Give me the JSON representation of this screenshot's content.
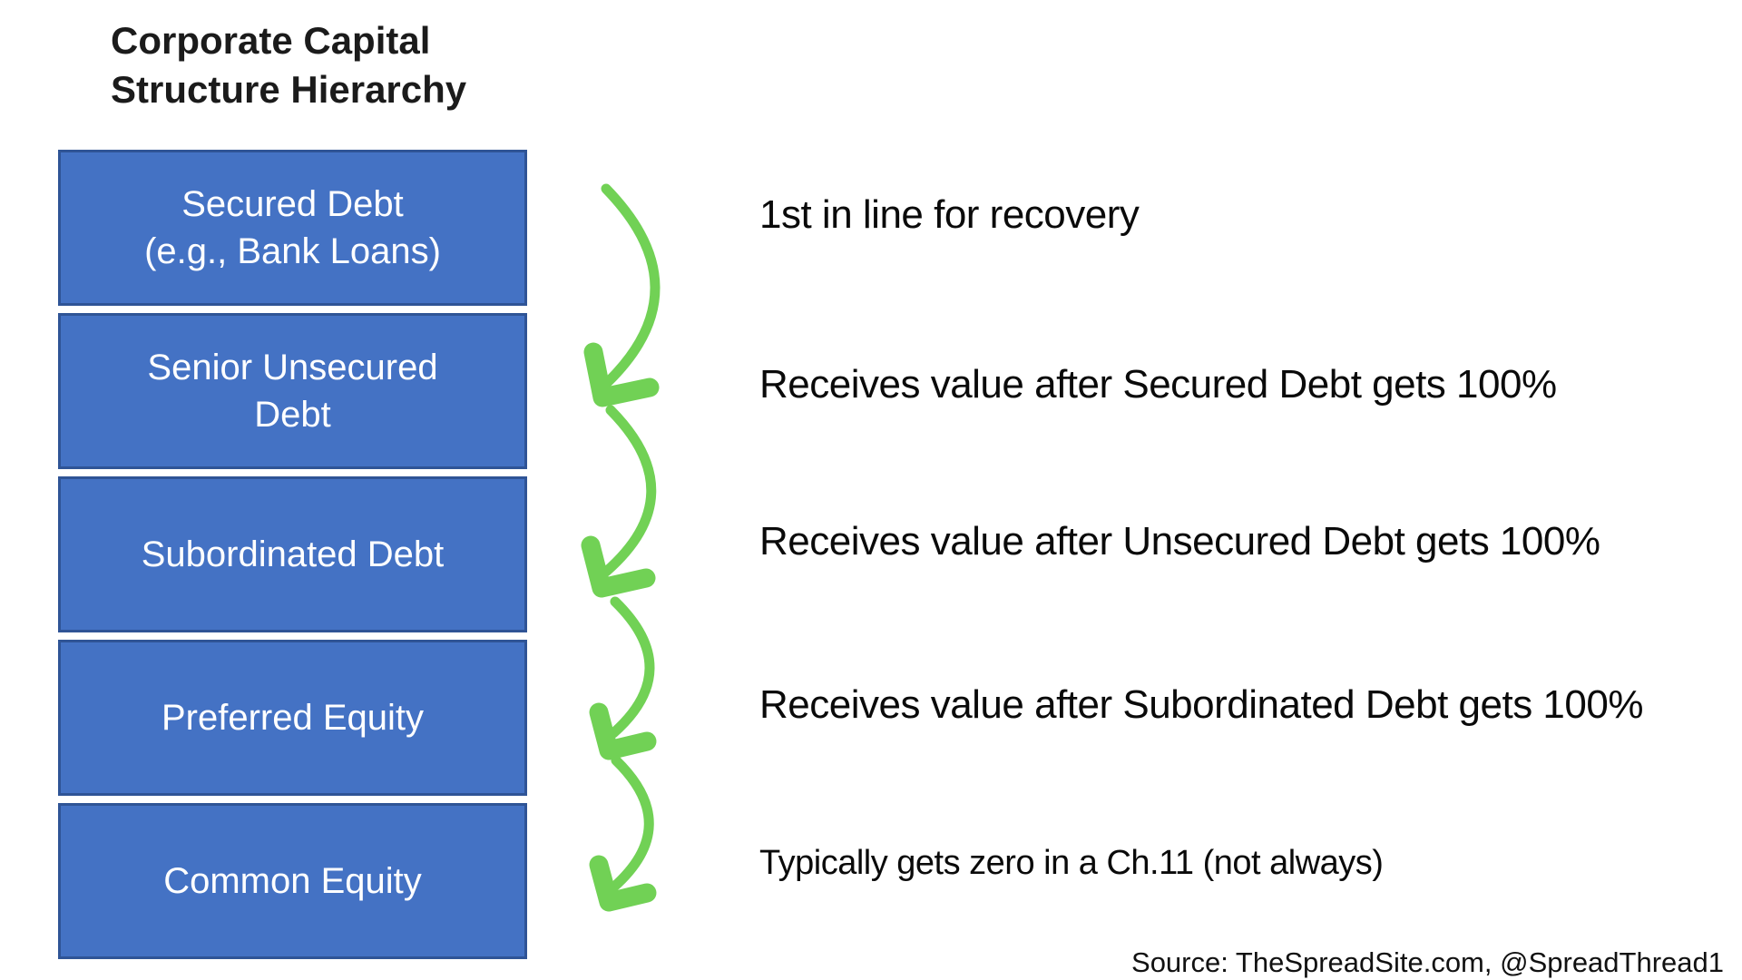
{
  "title": "Corporate Capital\nStructure Hierarchy",
  "colors": {
    "box_fill": "#4472C4",
    "box_border": "#2F5496",
    "arrow_green": "#71D155",
    "title_text": "#1B1B1B",
    "annotation_text": "#0A0A0A",
    "box_text": "#FFFFFF"
  },
  "hierarchy": {
    "boxes": [
      {
        "label": "Secured Debt\n(e.g., Bank Loans)"
      },
      {
        "label": "Senior Unsecured\nDebt"
      },
      {
        "label": "Subordinated Debt"
      },
      {
        "label": "Preferred Equity"
      },
      {
        "label": "Common Equity"
      }
    ]
  },
  "annotations": [
    {
      "text": "1st in line for recovery"
    },
    {
      "text": "Receives value after Secured Debt gets 100%"
    },
    {
      "text": "Receives value after Unsecured Debt gets 100%"
    },
    {
      "text": "Receives value after Subordinated Debt gets 100%"
    },
    {
      "text": "Typically gets zero in a Ch.11 (not always)"
    }
  ],
  "source": "Source: TheSpreadSite.com, @SpreadThread1"
}
